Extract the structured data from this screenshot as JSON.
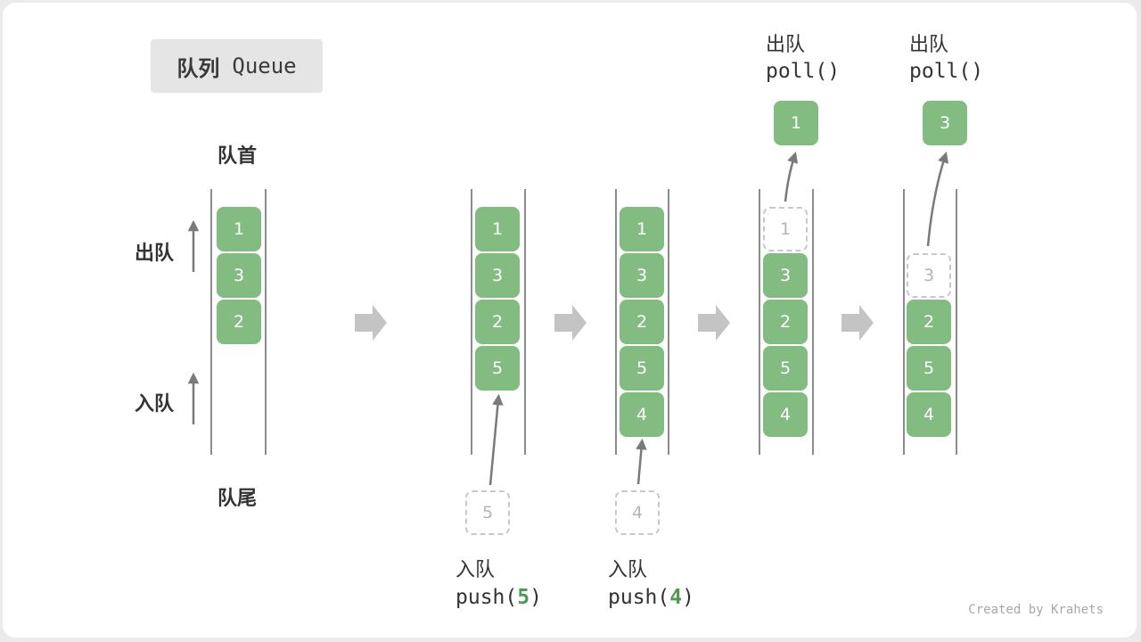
{
  "title": {
    "cn": "队列",
    "en": "Queue"
  },
  "labels": {
    "head": "队首",
    "tail": "队尾",
    "dequeue": "出队",
    "enqueue": "入队"
  },
  "operations": {
    "push5": {
      "cn": "入队",
      "func": "push(",
      "arg": "5",
      "close": ")"
    },
    "push4": {
      "cn": "入队",
      "func": "push(",
      "arg": "4",
      "close": ")"
    },
    "poll1": {
      "cn": "出队",
      "func": "poll()"
    },
    "poll2": {
      "cn": "出队",
      "func": "poll()"
    }
  },
  "stages": [
    {
      "items": [
        "1",
        "3",
        "2"
      ]
    },
    {
      "items": [
        "1",
        "3",
        "2",
        "5"
      ],
      "incoming": "5"
    },
    {
      "items": [
        "1",
        "3",
        "2",
        "5",
        "4"
      ],
      "incoming": "4"
    },
    {
      "removed": "1",
      "items": [
        "3",
        "2",
        "5",
        "4"
      ],
      "outgoing": "1"
    },
    {
      "removed": "3",
      "items": [
        "2",
        "5",
        "4"
      ],
      "outgoing": "3"
    }
  ],
  "credit": "Created by Krahets",
  "colors": {
    "node_fill": "#82bc81",
    "node_text": "#ffffff",
    "ghost_border": "#c8c8c8",
    "arrow": "#7a7a7a",
    "step_arrow": "#c4c4c4",
    "highlight": "#4f9a50"
  }
}
